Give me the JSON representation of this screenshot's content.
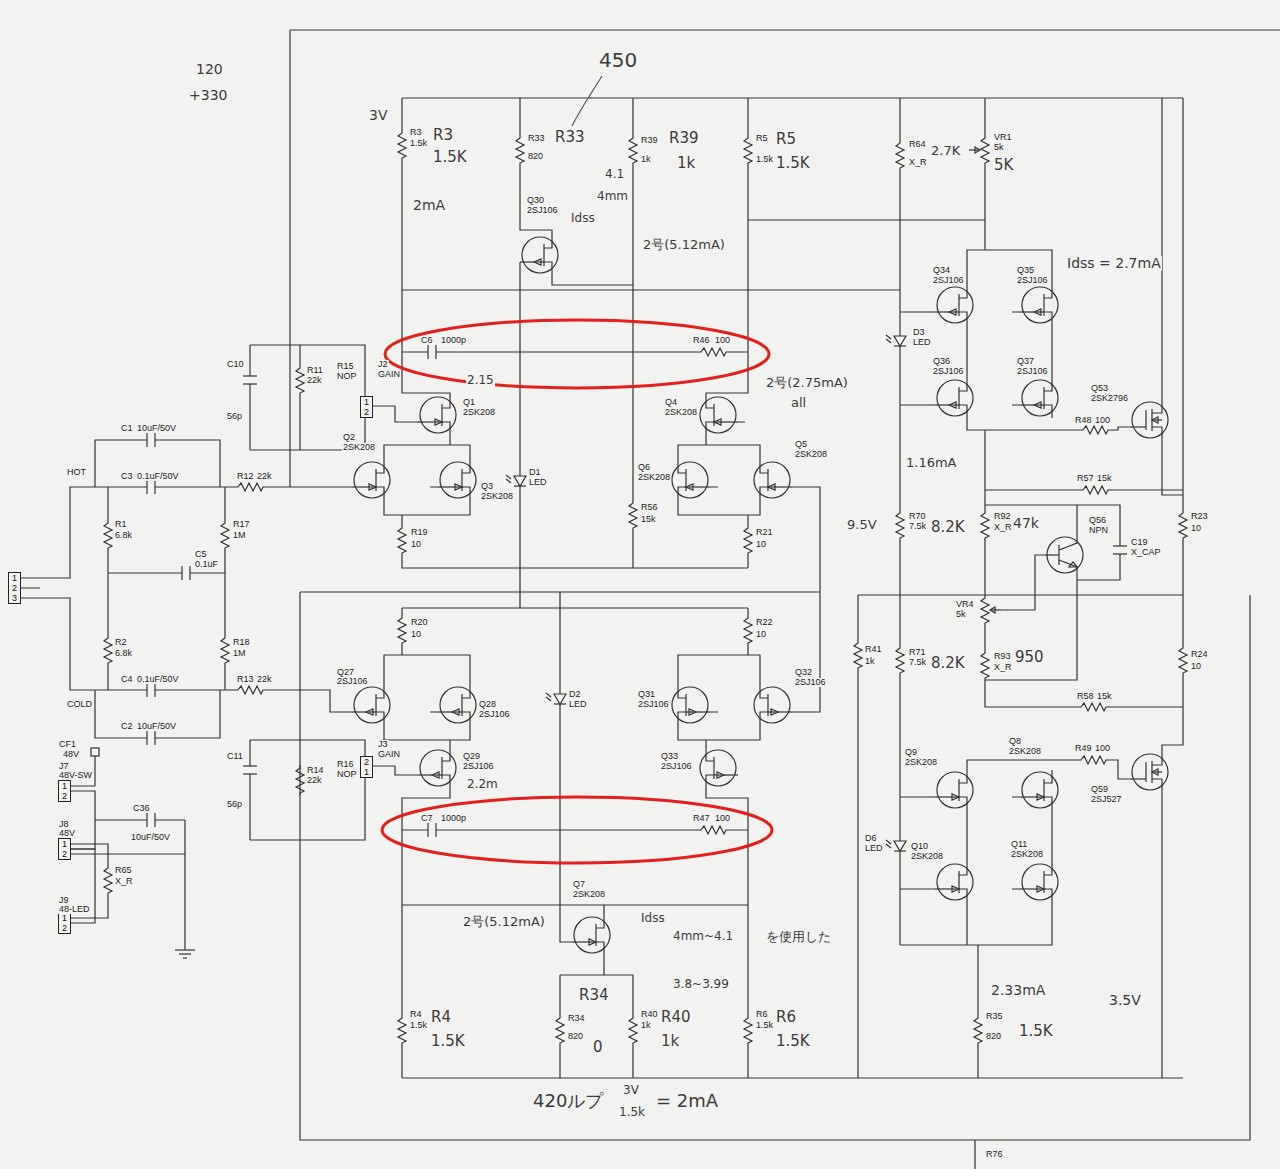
{
  "diagram": {
    "nodes": [
      {
        "text": [
          "1",
          "2",
          "3"
        ]
      },
      {
        "text": [
          "1",
          "2"
        ]
      },
      {
        "text": [
          "2",
          "1"
        ]
      },
      {
        "text": [
          "1",
          "2"
        ]
      },
      {
        "text": [
          "1",
          "2"
        ]
      },
      {
        "text": [
          "1",
          "2"
        ]
      }
    ],
    "edges": [
      {
        "from": 3,
        "to": 4,
        "arrow": "none"
      },
      {
        "from": 4,
        "to": 5,
        "arrow": "none"
      }
    ],
    "labels": [
      "120",
      "+330",
      "3V",
      "R3",
      "1.5k",
      "R3",
      "1.5K",
      "2mA",
      "R33",
      "820",
      "R33",
      "450",
      "R39",
      "1k",
      "R39",
      "1k",
      "R5",
      "1.5k",
      "R5",
      "1.5K",
      "R64",
      "X_R",
      "2.7K",
      "VR1",
      "5k",
      "5K",
      "Q30",
      "2SJ106",
      "Idss",
      "4.1",
      "4mm",
      "2号(5.12mA)",
      "C6",
      "1000p",
      "R46",
      "100",
      "Q1",
      "2SK208",
      "2.15",
      "Q4",
      "2SK208",
      "2号(2.75mA)",
      "all",
      "Q2",
      "2SK208",
      "Q3",
      "2SK208",
      "D1",
      "LED",
      "Q5",
      "2SK208",
      "Q6",
      "2SK208",
      "R19",
      "10",
      "R56",
      "15k",
      "R21",
      "10",
      "R20",
      "10",
      "R22",
      "10",
      "Q27",
      "2SJ106",
      "Q28",
      "2SJ106",
      "D2",
      "LED",
      "Q31",
      "2SJ106",
      "Q32",
      "2SJ106",
      "Q29",
      "2SJ106",
      "Q33",
      "2SJ106",
      "2.2m",
      "C7",
      "1000p",
      "R47",
      "100",
      "2号(5.12mA)",
      "Q7",
      "2SK208",
      "Idss",
      "4mm~4.1",
      "3.8~3.99",
      "を使用した",
      "R4",
      "1.5k",
      "R4",
      "1.5K",
      "R34",
      "820",
      "R34",
      "0",
      "R40",
      "1k",
      "R40",
      "1k",
      "R6",
      "1.5k",
      "R6",
      "1.5K",
      "420ルプ",
      "3V",
      "1.5k",
      "= 2mA",
      "C1",
      "10uF/50V",
      "C3",
      "0.1uF/50V",
      "HOT",
      "R12",
      "22k",
      "R1",
      "6.8k",
      "R17",
      "1M",
      "C5",
      "0.1uF",
      "R2",
      "6.8k",
      "R18",
      "1M",
      "C4",
      "0.1uF/50V",
      "R13",
      "22k",
      "COLD",
      "C2",
      "10uF/50V",
      "CF1",
      "48V",
      "J7",
      "48V-SW",
      "C36",
      "10uF/50V",
      "J8",
      "48V",
      "R65",
      "X_R",
      "J9",
      "48-LED",
      "C10",
      "56p",
      "R11",
      "22k",
      "R15",
      "NOP",
      "J2",
      "GAIN",
      "C11",
      "56p",
      "R14",
      "22k",
      "R16",
      "NOP",
      "J3",
      "GAIN",
      "Q34",
      "2SJ106",
      "Q35",
      "2SJ106",
      "Idss = 2.7mA",
      "D3",
      "LED",
      "Q36",
      "2SJ106",
      "Q37",
      "2SJ106",
      "Q53",
      "2SK2796",
      "R48",
      "100",
      "R57",
      "15k",
      "1.16mA",
      "9.5V",
      "R70",
      "7.5k",
      "8.2K",
      "R92",
      "X_R",
      "47k",
      "Q56",
      "NPN",
      "C19",
      "X_CAP",
      "R23",
      "10",
      "VR4",
      "5k",
      "R41",
      "1k",
      "R71",
      "7.5k",
      "8.2K",
      "R93",
      "X_R",
      "950",
      "R58",
      "15k",
      "R24",
      "10",
      "Q9",
      "2SK208",
      "Q8",
      "2SK208",
      "R49",
      "100",
      "Q59",
      "2SJ527",
      "D6",
      "LED",
      "Q10",
      "2SK208",
      "Q11",
      "2SK208",
      "2.33mA",
      "3.5V",
      "R35",
      "820",
      "1.5K",
      "R76"
    ]
  }
}
